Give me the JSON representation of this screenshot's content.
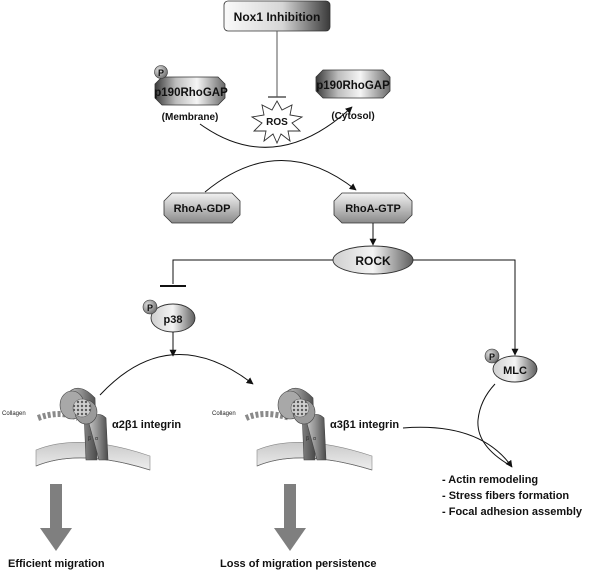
{
  "nodes": {
    "nox1": "Nox1 Inhibition",
    "p190_membrane": "p190RhoGAP",
    "membrane_label": "(Membrane)",
    "p190_cytosol": "p190RhoGAP",
    "cytosol_label": "(Cytosol)",
    "ros": "ROS",
    "rhoa_gdp": "RhoA-GDP",
    "rhoa_gtp": "RhoA-GTP",
    "rock": "ROCK",
    "p38": "p38",
    "mlc": "MLC",
    "phospho": "P"
  },
  "integrins": {
    "a2b1": "α2β1 integrin",
    "a3b1": "α3β1 integrin",
    "collagen": "Collagen",
    "alpha": "α",
    "beta": "β"
  },
  "outcomes": {
    "efficient": "Efficient  migration",
    "loss": "Loss of  migration persistence",
    "list": [
      "- Actin remodeling",
      "- Stress fibers formation",
      "- Focal adhesion assembly"
    ]
  },
  "colors": {
    "arrow_fill": "#7f7f7f",
    "node_dark": "#3a3a3a",
    "node_light": "#f2f2f2"
  }
}
